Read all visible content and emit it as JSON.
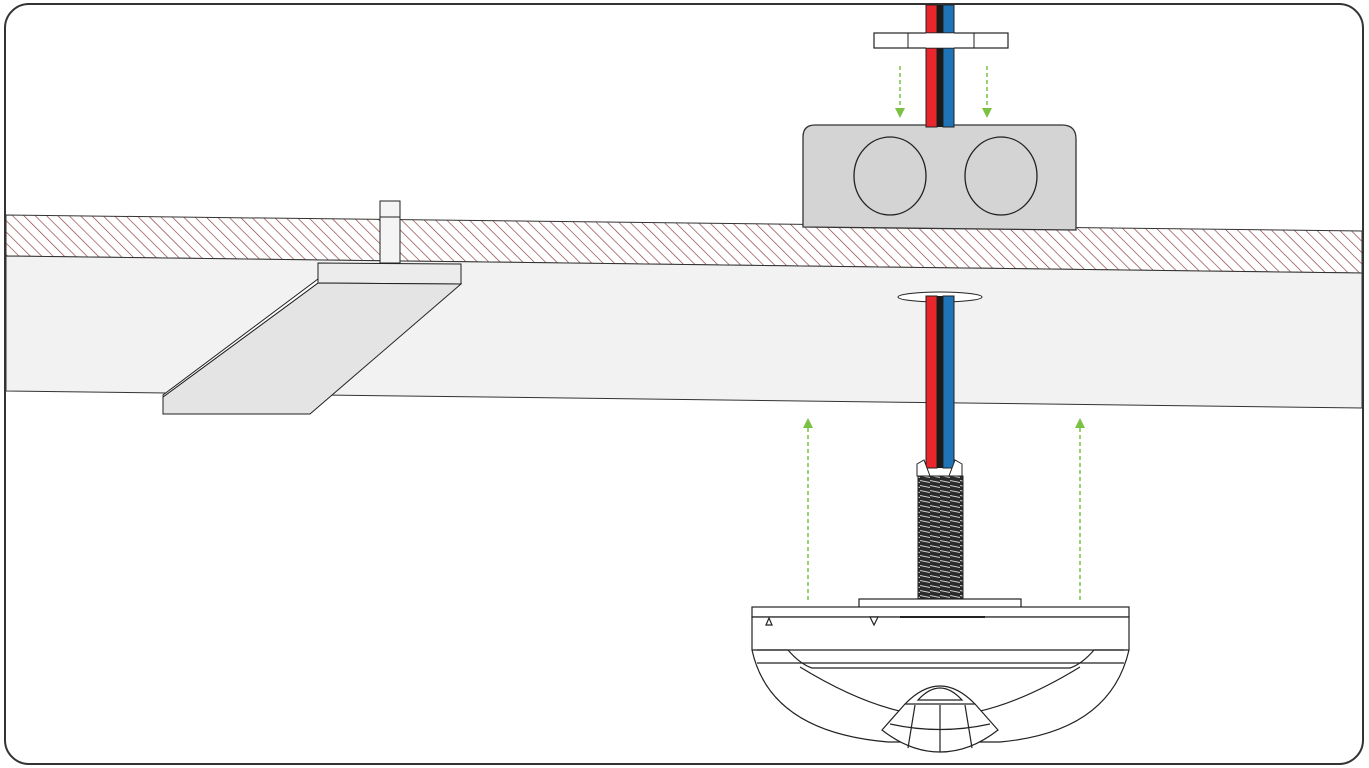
{
  "diagram": {
    "kind": "installation-illustration",
    "texts": [],
    "colors": {
      "frame": "#333333",
      "ceiling_hatch": "#8a3a3a",
      "ceiling_tile": "#f2f2f2",
      "junction_box": "#d4d4d4",
      "wire_red": "#e8262b",
      "wire_black": "#1a1a1a",
      "wire_blue": "#1f74b8",
      "arrow_green": "#7cc242",
      "sensor_body": "#ffffff",
      "outline": "#222222"
    },
    "icons": [
      "ceiling-slab",
      "ceiling-tile",
      "t-bar-rail",
      "junction-box",
      "lock-nut",
      "cable-bundle",
      "ceiling-hole",
      "threaded-conduit",
      "ceiling-sensor",
      "install-direction-arrow"
    ]
  }
}
